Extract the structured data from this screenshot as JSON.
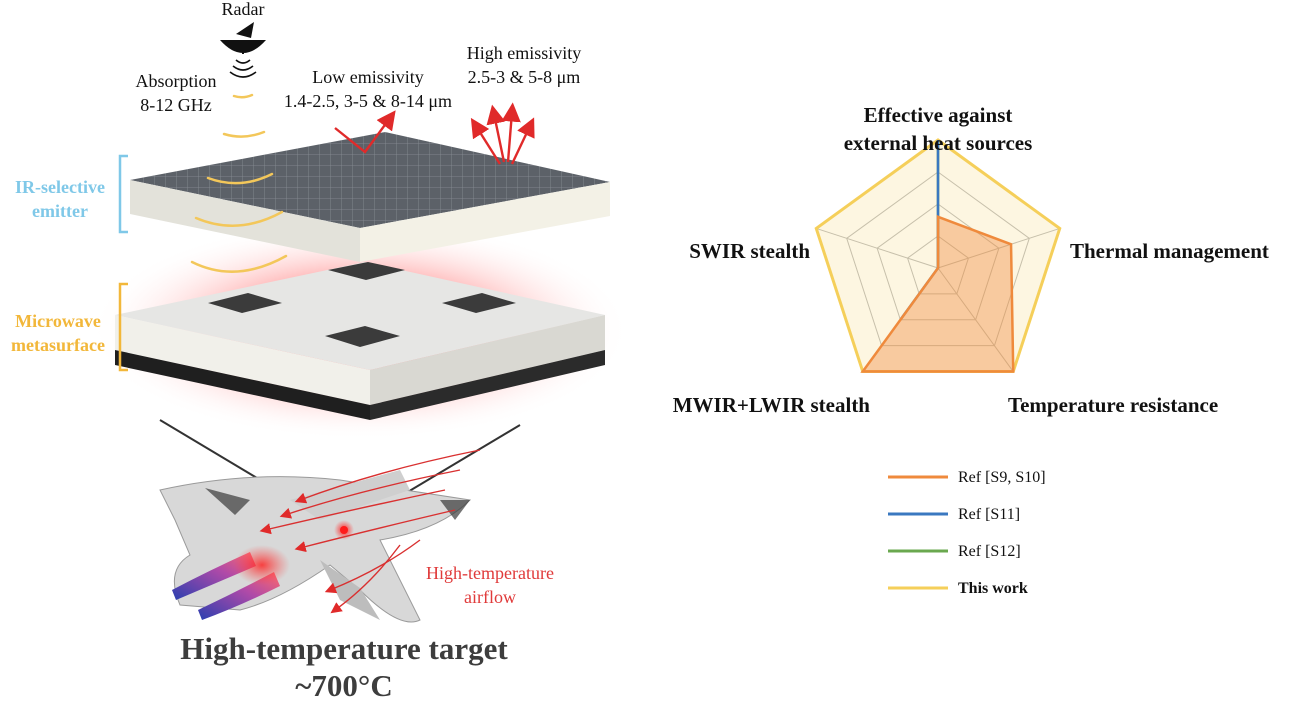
{
  "colors": {
    "radar_wave": "#f3c75a",
    "arrow_red": "#e02a2a",
    "emitter_label": "#7fc8e8",
    "metasurface_label": "#f2b73a",
    "airflow_label": "#e03a3a",
    "ref_s9_s10": "#ef8a3c",
    "ref_s11": "#3a78c0",
    "ref_s12": "#6aa84f",
    "this_work": "#f5cf5a"
  },
  "icons": {
    "radar": "radar-dish-icon",
    "aircraft": "aircraft-icon"
  },
  "labels": {
    "radar": "Radar",
    "absorption_1": "Absorption",
    "absorption_2": "8-12 GHz",
    "low_emissivity_1": "Low emissivity",
    "low_emissivity_2": "1.4-2.5, 3-5 & 8-14 μm",
    "high_emissivity_1": "High emissivity",
    "high_emissivity_2": "2.5-3 & 5-8 μm",
    "emitter_1": "IR-selective",
    "emitter_2": "emitter",
    "metasurface_1": "Microwave",
    "metasurface_2": "metasurface",
    "airflow_1": "High-temperature",
    "airflow_2": "airflow",
    "target_1": "High-temperature target",
    "target_2": "~700°C"
  },
  "chart_data": {
    "type": "radar",
    "axes": [
      [
        "Effective against",
        "external heat sources"
      ],
      [
        "Thermal management"
      ],
      [
        "Temperature resistance"
      ],
      [
        "MWIR+LWIR stealth"
      ],
      [
        "SWIR stealth"
      ]
    ],
    "rmax": 1,
    "grid_levels": 4,
    "series": [
      {
        "name": "Ref [S9, S10]",
        "values": [
          0.4,
          0.6,
          1.0,
          1.0,
          0.0
        ],
        "bold": false
      },
      {
        "name": "Ref [S11]",
        "values": [
          1.0,
          0.0,
          0.0,
          0.5,
          0.0
        ],
        "bold": false
      },
      {
        "name": "Ref [S12]",
        "values": [
          1.0,
          0.0,
          0.0,
          0.0,
          0.0
        ],
        "bold": false
      },
      {
        "name": "This work",
        "values": [
          1.0,
          1.0,
          1.0,
          1.0,
          1.0
        ],
        "bold": true
      }
    ]
  }
}
